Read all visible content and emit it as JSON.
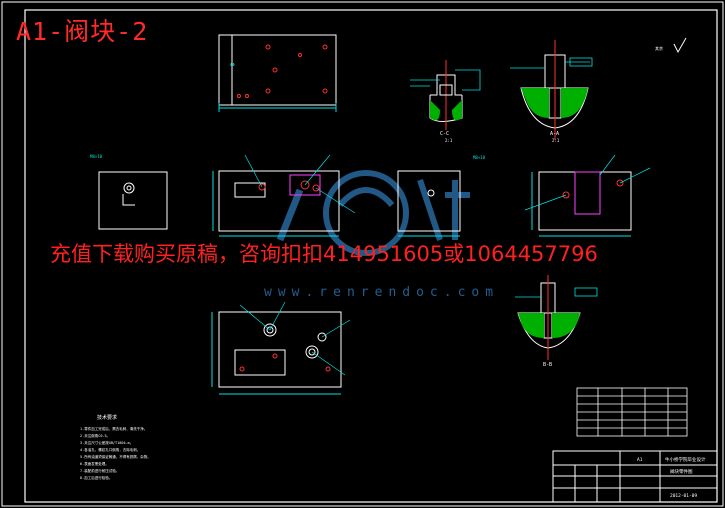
{
  "drawing": {
    "title": "A1-阀块-2",
    "banner": "充值下载购买原稿，咨询扣扣414951605或1064457796",
    "watermark_url": "www.renrendoc.com",
    "tech_req_title": "技术要求",
    "title_block": {
      "school": "牛小桥学院毕业设计",
      "part_name": "阀块零件图",
      "drawing_no": "A1",
      "date": "2012-01-09"
    }
  },
  "colors": {
    "background": "#000000",
    "frame": "#ffffff",
    "title_red": "#ff2a2a",
    "dimension_cyan": "#00e0e0",
    "hatch_green": "#00c000",
    "centerline_red": "#ff3030",
    "hidden_magenta": "#ff40ff",
    "watermark_blue": "#2a6ea8"
  }
}
